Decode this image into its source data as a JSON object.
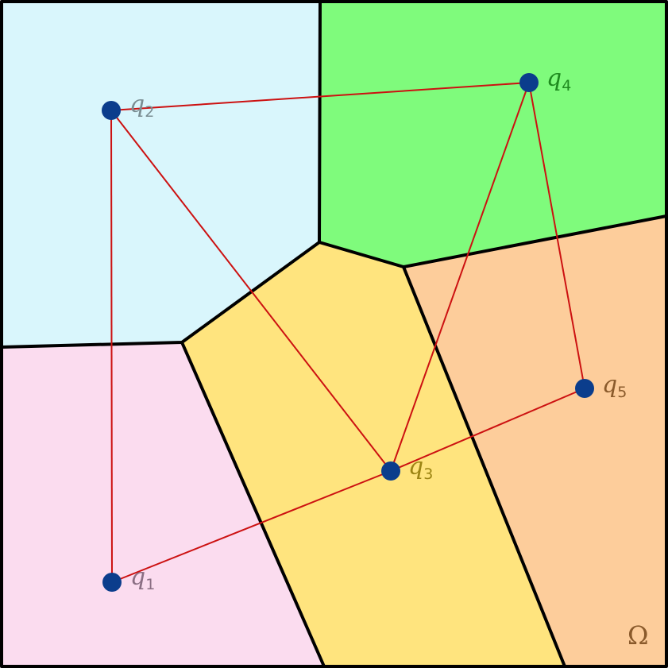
{
  "domain_symbol": "Ω",
  "colors": {
    "region_q1": "#fbdcef",
    "region_q2": "#d9f6fc",
    "region_q3": "#ffe47e",
    "region_q4": "#7ffb7c",
    "region_q5": "#fdcd9b",
    "edges": "#cc1111",
    "sites": "#0b3d8c",
    "borders": "#000000"
  },
  "sites": [
    {
      "id": "q1",
      "base": "q",
      "sub": "1",
      "label_color": "#8a6e83"
    },
    {
      "id": "q2",
      "base": "q",
      "sub": "2",
      "label_color": "#7a8d92"
    },
    {
      "id": "q3",
      "base": "q",
      "sub": "3",
      "label_color": "#9c8413"
    },
    {
      "id": "q4",
      "base": "q",
      "sub": "4",
      "label_color": "#1e8a1e"
    },
    {
      "id": "q5",
      "base": "q",
      "sub": "5",
      "label_color": "#8a5a2b"
    }
  ],
  "edges": [
    [
      "q1",
      "q2"
    ],
    [
      "q2",
      "q4"
    ],
    [
      "q2",
      "q3"
    ],
    [
      "q4",
      "q3"
    ],
    [
      "q4",
      "q5"
    ],
    [
      "q5",
      "q3"
    ],
    [
      "q3",
      "q1"
    ]
  ]
}
